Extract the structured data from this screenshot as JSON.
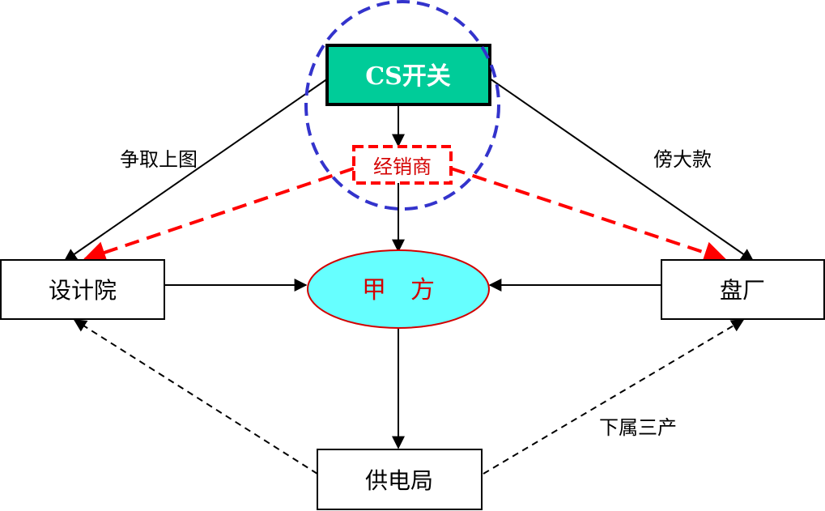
{
  "nodes": {
    "cs_switch": "CS开关",
    "dealer": "经销商",
    "design_institute": "设计院",
    "client": "甲　方",
    "switchgear_factory": "盘厂",
    "power_bureau": "供电局"
  },
  "edge_labels": {
    "left_top": "争取上图",
    "right_top": "傍大款",
    "right_bottom": "下属三产"
  },
  "colors": {
    "cs_fill": "#00cc99",
    "client_fill": "#66ffff",
    "dealer_red": "#ff0000",
    "circle_blue": "#3333cc"
  }
}
